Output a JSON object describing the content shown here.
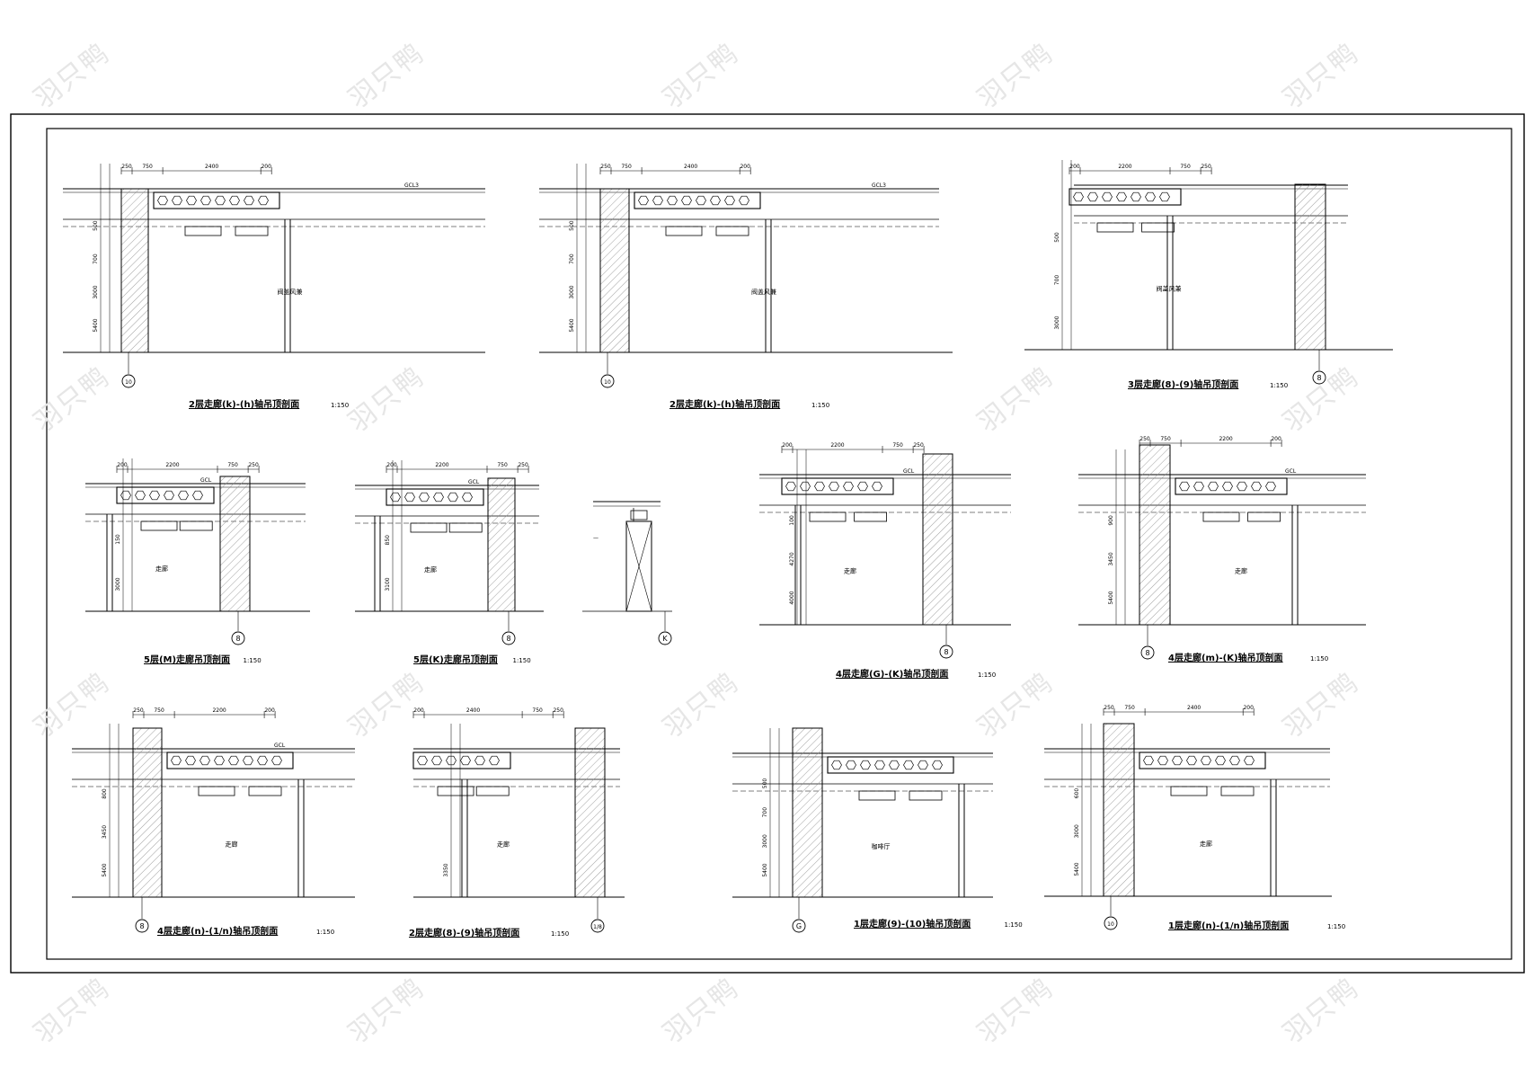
{
  "watermark": "羽只鸭",
  "panels": [
    {
      "title": "2层走廊(k)-(h)轴吊顶剖面",
      "scale": "1:150",
      "axis": "10",
      "room": "阀盖风兼",
      "dims_top": [
        "250",
        "750",
        "2400",
        "200"
      ],
      "dims_left": [
        "5400",
        "3000",
        "700",
        "500"
      ],
      "tag": "GCL3"
    },
    {
      "title": "2层走廊(k)-(h)轴吊顶剖面",
      "scale": "1:150",
      "axis": "10",
      "room": "阀盖风兼",
      "dims_top": [
        "250",
        "750",
        "2400",
        "200"
      ],
      "dims_left": [
        "5400",
        "3000",
        "700",
        "500"
      ],
      "tag": "GCL3"
    },
    {
      "title": "3层走廊(8)-(9)轴吊顶剖面",
      "scale": "1:150",
      "axis": "8",
      "room": "阀盖风兼",
      "dims_top": [
        "200",
        "2200",
        "750",
        "250"
      ],
      "dims_left": [
        "3000",
        "700",
        "500"
      ],
      "tag": ""
    },
    {
      "title": "5层(M)走廊吊顶剖面",
      "scale": "1:150",
      "axis": "8",
      "room": "走廊",
      "dims_top": [
        "200",
        "2200",
        "750",
        "250"
      ],
      "dims_left": [
        "3000",
        "150"
      ],
      "tag": "GCL"
    },
    {
      "title": "5层(K)走廊吊顶剖面",
      "scale": "1:150",
      "axis": "8",
      "room": "走廊",
      "dims_top": [
        "200",
        "2200",
        "750",
        "250"
      ],
      "dims_left": [
        "3100",
        "850"
      ],
      "tag": "GCL"
    },
    {
      "title": "",
      "scale": "",
      "axis": "K",
      "room": "",
      "dims_top": [],
      "dims_left": [],
      "tag": ""
    },
    {
      "title": "4层走廊(G)-(K)轴吊顶剖面",
      "scale": "1:150",
      "axis": "8",
      "room": "走廊",
      "dims_top": [
        "200",
        "2200",
        "750",
        "250"
      ],
      "dims_left": [
        "4000",
        "4270",
        "100"
      ],
      "tag": "GCL"
    },
    {
      "title": "4层走廊(m)-(K)轴吊顶剖面",
      "scale": "1:150",
      "axis": "8",
      "room": "走廊",
      "dims_top": [
        "250",
        "750",
        "2200",
        "200"
      ],
      "dims_left": [
        "5400",
        "3450",
        "900"
      ],
      "tag": "GCL"
    },
    {
      "title": "4层走廊(n)-(1/n)轴吊顶剖面",
      "scale": "1:150",
      "axis": "8",
      "room": "走廊",
      "dims_top": [
        "250",
        "750",
        "2200",
        "200"
      ],
      "dims_left": [
        "5400",
        "3450",
        "800"
      ],
      "tag": "GCL"
    },
    {
      "title": "2层走廊(8)-(9)轴吊顶剖面",
      "scale": "1:150",
      "axis": "1/8",
      "room": "走廊",
      "dims_top": [
        "200",
        "2400",
        "750",
        "250"
      ],
      "dims_left": [
        "3350"
      ],
      "tag": ""
    },
    {
      "title": "1层走廊(9)-(10)轴吊顶剖面",
      "scale": "1:150",
      "axis": "G",
      "room": "咖啡厅",
      "dims_top": [],
      "dims_left": [
        "5400",
        "3000",
        "700",
        "500"
      ],
      "tag": ""
    },
    {
      "title": "1层走廊(n)-(1/n)轴吊顶剖面",
      "scale": "1:150",
      "axis": "10",
      "room": "走廊",
      "dims_top": [
        "250",
        "750",
        "2400",
        "200"
      ],
      "dims_left": [
        "5400",
        "3000",
        "600"
      ],
      "tag": ""
    }
  ]
}
